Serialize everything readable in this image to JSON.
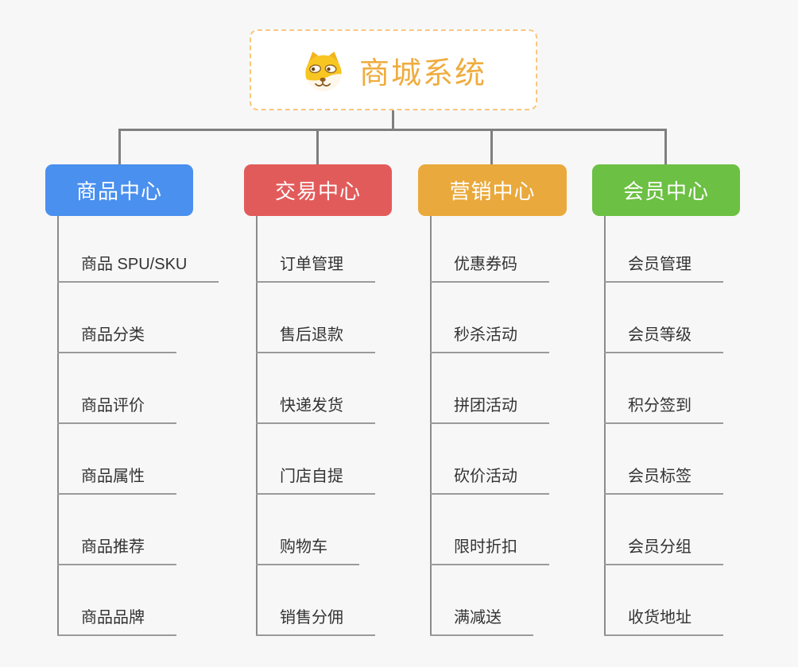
{
  "canvas": {
    "background": "#f7f7f7",
    "connector_color": "#7f7f7f",
    "underline_color": "#9a9a9a",
    "item_text_color": "#333333"
  },
  "root": {
    "title": "商城系统",
    "title_color": "#efac3e",
    "border_color": "#f6c87e",
    "icon": "shiba-dog-icon"
  },
  "branches": [
    {
      "label": "商品中心",
      "color": "#4a90ee",
      "items": [
        "商品 SPU/SKU",
        "商品分类",
        "商品评价",
        "商品属性",
        "商品推荐",
        "商品品牌"
      ]
    },
    {
      "label": "交易中心",
      "color": "#e25b5b",
      "items": [
        "订单管理",
        "售后退款",
        "快递发货",
        "门店自提",
        "购物车",
        "销售分佣"
      ]
    },
    {
      "label": "营销中心",
      "color": "#eaa93c",
      "items": [
        "优惠券码",
        "秒杀活动",
        "拼团活动",
        "砍价活动",
        "限时折扣",
        "满减送"
      ]
    },
    {
      "label": "会员中心",
      "color": "#6cc043",
      "items": [
        "会员管理",
        "会员等级",
        "积分签到",
        "会员标签",
        "会员分组",
        "收货地址"
      ]
    }
  ]
}
